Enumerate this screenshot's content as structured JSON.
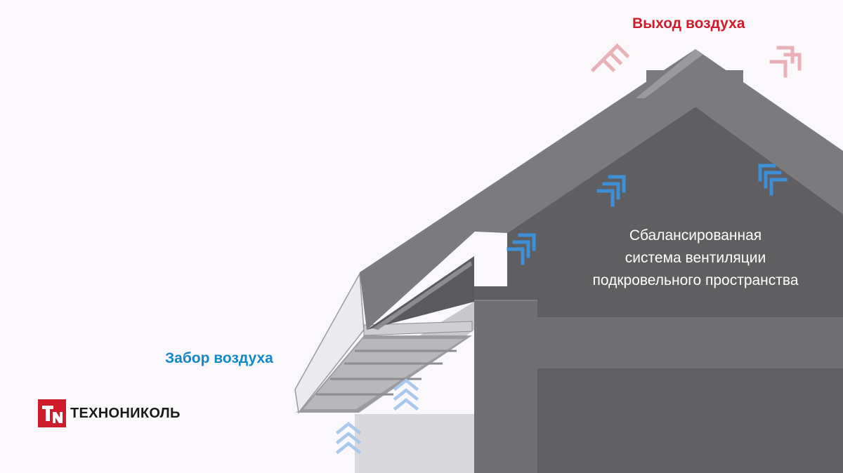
{
  "labels": {
    "air_outlet": "Выход воздуха",
    "air_intake": "Забор воздуха"
  },
  "description": {
    "lines": [
      "Сбалансированная",
      "система вентиляции",
      "подкровельного пространства"
    ]
  },
  "brand": {
    "name": "ТЕХНОНИКОЛЬ",
    "logo_icon": "tn-logo-icon"
  },
  "colors": {
    "outlet_arrows": "#e8a3ac",
    "intake_arrows": "#3d8fd6",
    "roof": "#7a797c",
    "attic": "#5e5d60",
    "wall": "#6c6b6e",
    "accent_red": "#d01b2b",
    "accent_blue": "#1487c8"
  }
}
